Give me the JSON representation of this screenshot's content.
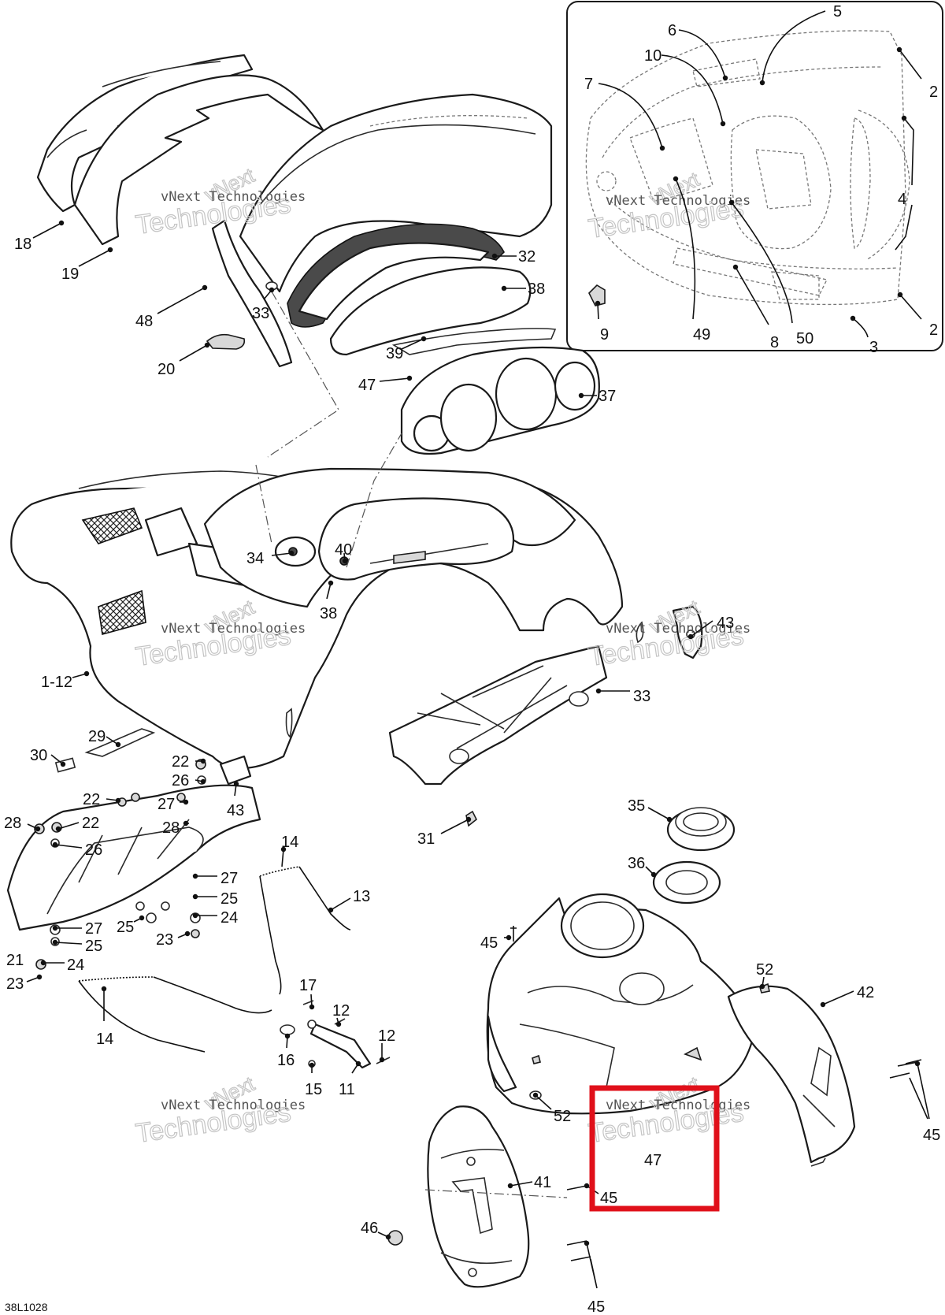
{
  "diagram": {
    "drawing_code": "38L1028",
    "watermark": {
      "line1": "vNext",
      "line2": "vNext Technologies",
      "line3": "Technologies"
    },
    "callouts": [
      {
        "id": "c2a",
        "text": "2"
      },
      {
        "id": "c2b",
        "text": "2"
      },
      {
        "id": "c3",
        "text": "3"
      },
      {
        "id": "c4",
        "text": "4"
      },
      {
        "id": "c5",
        "text": "5"
      },
      {
        "id": "c6",
        "text": "6"
      },
      {
        "id": "c7",
        "text": "7"
      },
      {
        "id": "c8",
        "text": "8"
      },
      {
        "id": "c9",
        "text": "9"
      },
      {
        "id": "c10",
        "text": "10"
      },
      {
        "id": "c49",
        "text": "49"
      },
      {
        "id": "c50",
        "text": "50"
      },
      {
        "id": "c18",
        "text": "18"
      },
      {
        "id": "c19",
        "text": "19"
      },
      {
        "id": "c48",
        "text": "48"
      },
      {
        "id": "c20",
        "text": "20"
      },
      {
        "id": "c33a",
        "text": "33"
      },
      {
        "id": "c32",
        "text": "32"
      },
      {
        "id": "c38a",
        "text": "38"
      },
      {
        "id": "c39",
        "text": "39"
      },
      {
        "id": "c47a",
        "text": "47"
      },
      {
        "id": "c37",
        "text": "37"
      },
      {
        "id": "c34",
        "text": "34"
      },
      {
        "id": "c40",
        "text": "40"
      },
      {
        "id": "c38b",
        "text": "38"
      },
      {
        "id": "c1-12",
        "text": "1-12"
      },
      {
        "id": "c43a",
        "text": "43"
      },
      {
        "id": "c33b",
        "text": "33"
      },
      {
        "id": "c29",
        "text": "29"
      },
      {
        "id": "c30",
        "text": "30"
      },
      {
        "id": "c22a",
        "text": "22"
      },
      {
        "id": "c26a",
        "text": "26"
      },
      {
        "id": "c22b",
        "text": "22"
      },
      {
        "id": "c27a",
        "text": "27"
      },
      {
        "id": "c43b",
        "text": "43"
      },
      {
        "id": "c28a",
        "text": "28"
      },
      {
        "id": "c22c",
        "text": "22"
      },
      {
        "id": "c28b",
        "text": "28"
      },
      {
        "id": "c26b",
        "text": "26"
      },
      {
        "id": "c14a",
        "text": "14"
      },
      {
        "id": "c27b",
        "text": "27"
      },
      {
        "id": "c25a",
        "text": "25"
      },
      {
        "id": "c13",
        "text": "13"
      },
      {
        "id": "c24a",
        "text": "24"
      },
      {
        "id": "c25b",
        "text": "25"
      },
      {
        "id": "c27c",
        "text": "27"
      },
      {
        "id": "c23a",
        "text": "23"
      },
      {
        "id": "c25c",
        "text": "25"
      },
      {
        "id": "c21",
        "text": "21"
      },
      {
        "id": "c24b",
        "text": "24"
      },
      {
        "id": "c23b",
        "text": "23"
      },
      {
        "id": "c17",
        "text": "17"
      },
      {
        "id": "c12a",
        "text": "12"
      },
      {
        "id": "c14b",
        "text": "14"
      },
      {
        "id": "c12b",
        "text": "12"
      },
      {
        "id": "c16",
        "text": "16"
      },
      {
        "id": "c11",
        "text": "11"
      },
      {
        "id": "c15",
        "text": "15"
      },
      {
        "id": "c31",
        "text": "31"
      },
      {
        "id": "c35",
        "text": "35"
      },
      {
        "id": "c36",
        "text": "36"
      },
      {
        "id": "c45a",
        "text": "45"
      },
      {
        "id": "c52a",
        "text": "52"
      },
      {
        "id": "c42",
        "text": "42"
      },
      {
        "id": "c52b",
        "text": "52"
      },
      {
        "id": "c47b",
        "text": "47"
      },
      {
        "id": "c45b",
        "text": "45"
      },
      {
        "id": "c41",
        "text": "41"
      },
      {
        "id": "c45c",
        "text": "45"
      },
      {
        "id": "c46",
        "text": "46"
      },
      {
        "id": "c45d",
        "text": "45"
      }
    ]
  },
  "highlight": {
    "color": "#e0101a",
    "label": "47"
  }
}
